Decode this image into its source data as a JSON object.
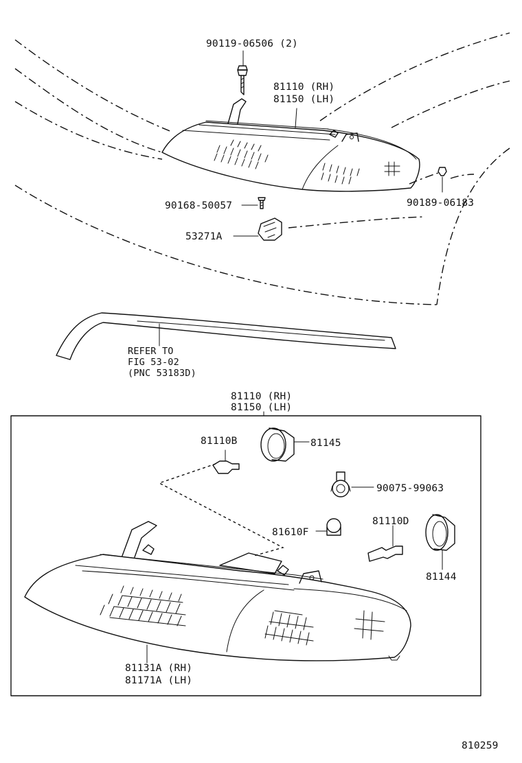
{
  "labels": {
    "bolt_top": "90119-06506 (2)",
    "unit_rh_top": "81110 (RH)",
    "unit_lh_top": "81150 (LH)",
    "screw_left": "90168-50057",
    "clip_right": "90189-06183",
    "bracket": "53271A",
    "refer_line1": "REFER TO",
    "refer_line2": "FIG 53-02",
    "refer_line3": "(PNC 53183D)",
    "unit_rh_box": "81110 (RH)",
    "unit_lh_box": "81150 (LH)",
    "bulb_b": "81110B",
    "socket_81145": "81145",
    "socket_90075": "90075-99063",
    "bulb_81610f": "81610F",
    "bulb_d": "81110D",
    "socket_81144": "81144",
    "lens_rh": "81131A (RH)",
    "lens_lh": "81171A (LH)",
    "figure_number": "810259"
  }
}
